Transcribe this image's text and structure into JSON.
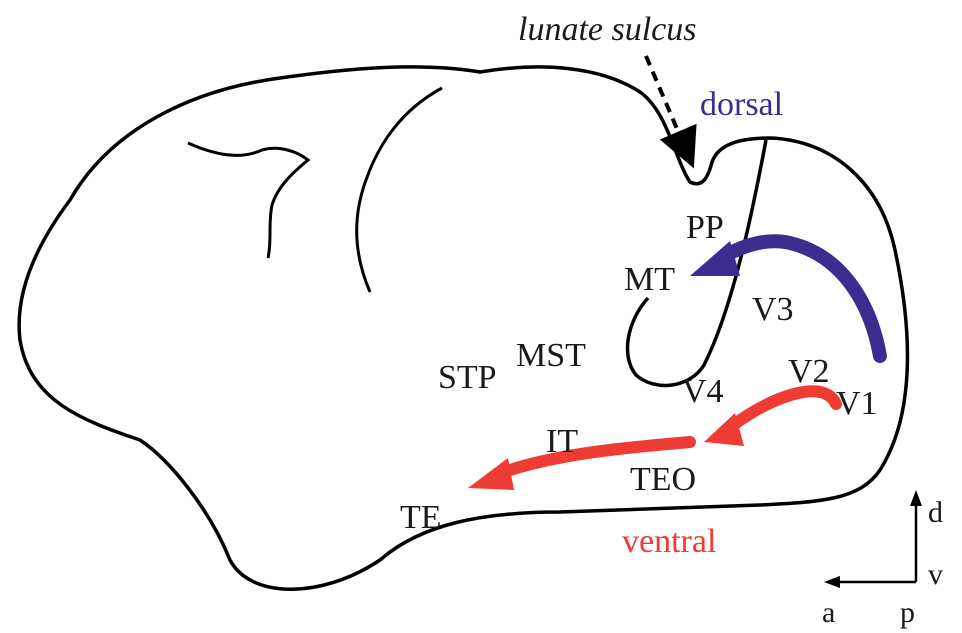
{
  "annotations": {
    "sulcus": "lunate sulcus",
    "dorsal": "dorsal",
    "ventral": "ventral"
  },
  "areas": {
    "pp": "PP",
    "mt": "MT",
    "v3": "V3",
    "mst": "MST",
    "stp": "STP",
    "v2": "V2",
    "v1": "V1",
    "v4": "V4",
    "it": "IT",
    "teo": "TEO",
    "te": "TE"
  },
  "orientation": {
    "dorsal": "d",
    "ventral": "v",
    "anterior": "a",
    "posterior": "p"
  },
  "colors": {
    "outline": "#000000",
    "dorsal_stream": "#3a2d8f",
    "ventral_stream": "#ee3b33"
  }
}
